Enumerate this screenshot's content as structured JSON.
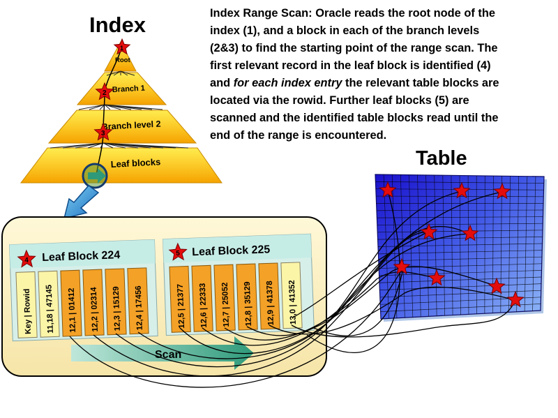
{
  "titles": {
    "index": "Index",
    "table": "Table"
  },
  "description": {
    "lines": [
      "Index Range Scan: Oracle reads the root node of the",
      "index (1), and a block in each of the branch levels",
      "(2&3) to find the starting point of the range scan. The",
      "first relevant record in the leaf block is identified (4)",
      "for each index entry",
      "located via the rowid.  Further leaf blocks (5) are",
      "scanned and the identified table blocks read until the",
      "end of the range is encountered."
    ],
    "line5_prefix": "and ",
    "line5_suffix": " the relevant table blocks are"
  },
  "pyramid": {
    "levels": [
      "Root",
      "Branch 1",
      "Branch level 2",
      "Leaf blocks"
    ],
    "stars": [
      "1",
      "2",
      "3"
    ]
  },
  "leaf_blocks": [
    {
      "title": "Leaf Block 224",
      "star": "4",
      "entries": [
        "Key  |  Rowid",
        "11,18  |  47145",
        "12,1  |  01412",
        "12,2  |  02314",
        "12,3  |  15129",
        "12,4  |  17456"
      ]
    },
    {
      "title": "Leaf Block 225",
      "star": "5",
      "entries": [
        "12,5  |  21377",
        "12,6  |  22333",
        "12,7  |  25052",
        "12,8  |  35129",
        "12,9  |  41378",
        "13,0  |  41352"
      ]
    }
  ],
  "scan_label": "Scan",
  "colors": {
    "pyramid_top": "#ffe23a",
    "pyramid_bottom": "#f5a500",
    "container": "#fdf3c8",
    "leaf_header": "#c6ece6",
    "row_yellow": "#fbf5a8",
    "row_orange": "#f4a127",
    "grid_top": "#1b0fd0",
    "grid_bottom": "#7aa8f6",
    "star": "#e40d0d",
    "scan_arrow": "#3aa887"
  }
}
